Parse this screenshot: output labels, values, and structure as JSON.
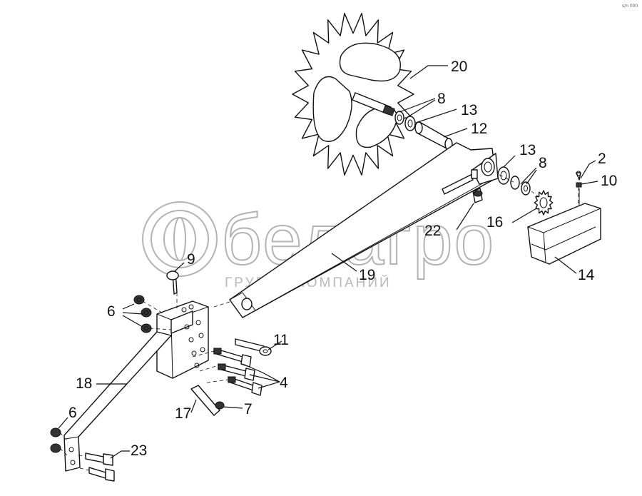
{
  "watermark": {
    "brand": "белагро",
    "tagline": "ГРУППА КОМПАНИЙ"
  },
  "corner_mark": "s/n 000",
  "callouts": [
    {
      "id": "20",
      "label": "20"
    },
    {
      "id": "8a",
      "label": "8"
    },
    {
      "id": "13a",
      "label": "13"
    },
    {
      "id": "12",
      "label": "12"
    },
    {
      "id": "13b",
      "label": "13"
    },
    {
      "id": "8b",
      "label": "8"
    },
    {
      "id": "2",
      "label": "2"
    },
    {
      "id": "10",
      "label": "10"
    },
    {
      "id": "22",
      "label": "22"
    },
    {
      "id": "16",
      "label": "16"
    },
    {
      "id": "14",
      "label": "14"
    },
    {
      "id": "19",
      "label": "19"
    },
    {
      "id": "9",
      "label": "9"
    },
    {
      "id": "6a",
      "label": "6"
    },
    {
      "id": "11",
      "label": "11"
    },
    {
      "id": "4",
      "label": "4"
    },
    {
      "id": "18",
      "label": "18"
    },
    {
      "id": "17",
      "label": "17"
    },
    {
      "id": "7",
      "label": "7"
    },
    {
      "id": "6b",
      "label": "6"
    },
    {
      "id": "23",
      "label": "23"
    }
  ]
}
